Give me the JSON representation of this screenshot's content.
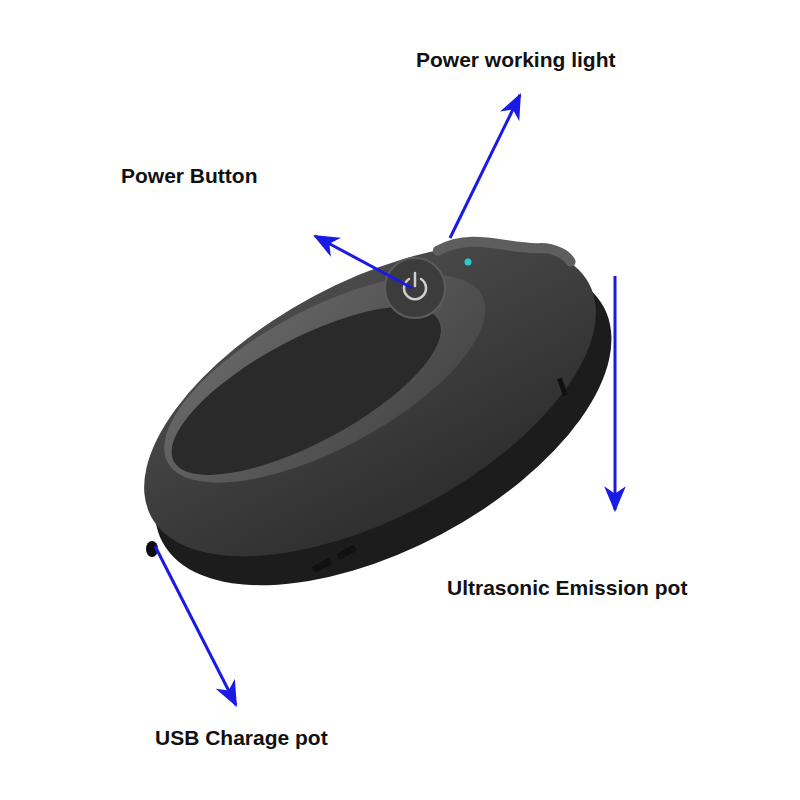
{
  "diagram": {
    "labels": [
      "Power working light",
      "Power Button",
      "Ultrasonic Emission pot",
      "USB Charage pot"
    ]
  }
}
